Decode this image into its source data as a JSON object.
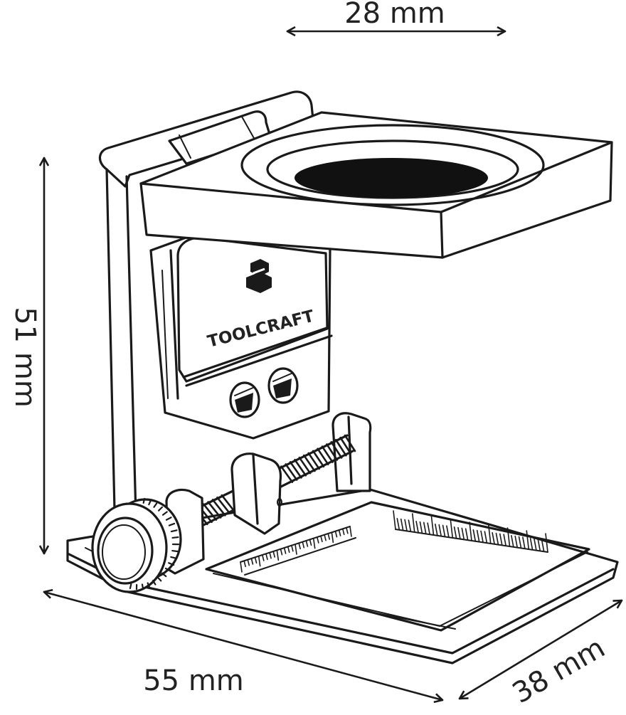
{
  "dimensions": {
    "lens_width": "28 mm",
    "height": "51 mm",
    "length": "55 mm",
    "depth": "38 mm"
  },
  "product": {
    "brand": "TOOLCRAFT"
  },
  "colors": {
    "line": "#1a1a1a",
    "background": "#ffffff",
    "lens": "#111111"
  }
}
